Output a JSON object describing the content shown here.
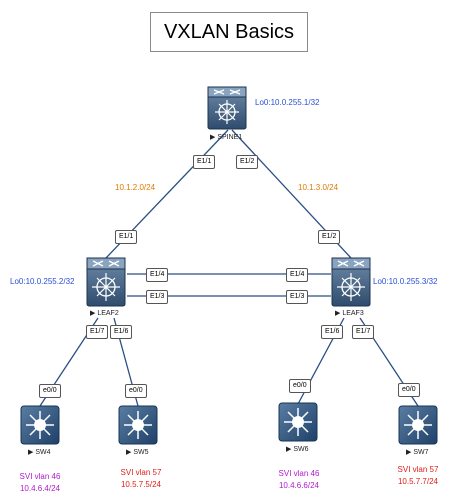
{
  "title": "VXLAN Basics",
  "devices": {
    "spine1": {
      "name": "SPINE1",
      "loopback": "Lo0:10.0.255.1/32"
    },
    "leaf2": {
      "name": "LEAF2",
      "loopback": "Lo0:10.0.255.2/32"
    },
    "leaf3": {
      "name": "LEAF3",
      "loopback": "Lo0:10.0.255.3/32"
    },
    "sw4": {
      "name": "SW4",
      "svi": "SVI vlan 46",
      "ip": "10.4.6.4/24"
    },
    "sw5": {
      "name": "SW5",
      "svi": "SVI vlan 57",
      "ip": "10.5.7.5/24"
    },
    "sw6": {
      "name": "SW6",
      "svi": "SVI vlan 46",
      "ip": "10.4.6.6/24"
    },
    "sw7": {
      "name": "SW7",
      "svi": "SVI vlan 57",
      "ip": "10.5.7.7/24"
    }
  },
  "subnets": {
    "spine_leaf2": "10.1.2.0/24",
    "spine_leaf3": "10.1.3.0/24"
  },
  "ports": {
    "spine_to_leaf2": "E1/1",
    "spine_to_leaf3": "E1/2",
    "leaf2_uplink": "E1/1",
    "leaf3_uplink": "E1/2",
    "leaf2_e14": "E1/4",
    "leaf2_e13": "E1/3",
    "leaf3_e14": "E1/4",
    "leaf3_e13": "E1/3",
    "leaf2_to_sw4": "E1/7",
    "leaf2_to_sw5": "E1/6",
    "leaf3_to_sw6": "E1/6",
    "leaf3_to_sw7": "E1/7",
    "sw4_e0": "e0/0",
    "sw5_e0": "e0/0",
    "sw6_e0": "e0/0",
    "sw7_e0": "e0/0"
  },
  "colors": {
    "loopback": "#2a4fd6",
    "subnet": "#e07a00",
    "vlan46": "#b01ad0",
    "vlan57": "#e0201a"
  }
}
